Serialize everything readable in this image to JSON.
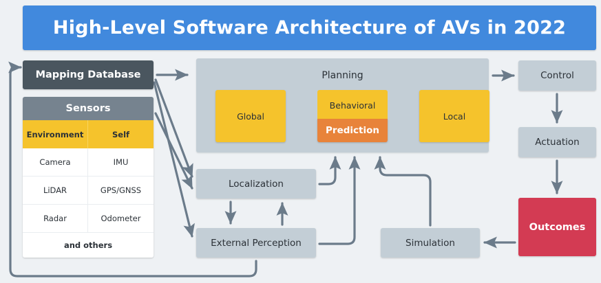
{
  "title": {
    "text": "High-Level Software Architecture of AVs in 2022",
    "background": "#4189dd",
    "color": "#ffffff"
  },
  "colors": {
    "canvas_background": "#eef1f4",
    "banner_blue": "#4189dd",
    "dark_slate": "#4a565f",
    "mid_slate": "#76838f",
    "light_blue_gray": "#c3ced6",
    "yellow": "#f5c32c",
    "orange": "#e8833a",
    "red": "#d33b53",
    "arrow_gray": "#6b7b8a",
    "text_dark": "#2b3137",
    "text_light": "#ffffff"
  },
  "nodes": {
    "mapping_database": {
      "label": "Mapping Database"
    },
    "control": {
      "label": "Control"
    },
    "actuation": {
      "label": "Actuation"
    },
    "outcomes": {
      "label": "Outcomes"
    },
    "localization": {
      "label": "Localization"
    },
    "external_perception": {
      "label": "External Perception"
    },
    "simulation": {
      "label": "Simulation"
    }
  },
  "sensors": {
    "header": "Sensors",
    "category_row": [
      "Environment",
      "Self"
    ],
    "rows": [
      [
        "Camera",
        "IMU"
      ],
      [
        "LiDAR",
        "GPS/GNSS"
      ],
      [
        "Radar",
        "Odometer"
      ]
    ],
    "footer": "and others"
  },
  "planning": {
    "label": "Planning",
    "subnodes": {
      "global": {
        "label": "Global"
      },
      "behavioral": {
        "label": "Behavioral"
      },
      "prediction": {
        "label": "Prediction"
      },
      "local": {
        "label": "Local"
      }
    }
  },
  "connections": [
    {
      "from": "mapping_database",
      "to": "planning",
      "style": "straight-arrow"
    },
    {
      "from": "mapping_database",
      "to": "localization",
      "style": "diagonal-arrow"
    },
    {
      "from": "mapping_database",
      "to": "external_perception",
      "style": "diagonal-arrow"
    },
    {
      "from": "sensors",
      "to": "localization",
      "style": "diagonal-arrow"
    },
    {
      "from": "planning",
      "to": "control",
      "style": "straight-arrow"
    },
    {
      "from": "control",
      "to": "actuation",
      "style": "straight-arrow"
    },
    {
      "from": "actuation",
      "to": "outcomes",
      "style": "straight-arrow"
    },
    {
      "from": "outcomes",
      "to": "simulation",
      "style": "straight-arrow"
    },
    {
      "from": "simulation",
      "to": "planning",
      "style": "s-curve-arrow"
    },
    {
      "from": "localization",
      "to": "external_perception",
      "style": "straight-arrow"
    },
    {
      "from": "external_perception",
      "to": "localization",
      "style": "straight-arrow"
    },
    {
      "from": "localization",
      "to": "planning",
      "style": "elbow-arrow"
    },
    {
      "from": "external_perception",
      "to": "planning",
      "style": "elbow-arrow"
    },
    {
      "from": "external_perception",
      "to": "mapping_database",
      "style": "feedback-loop-arrow"
    }
  ]
}
